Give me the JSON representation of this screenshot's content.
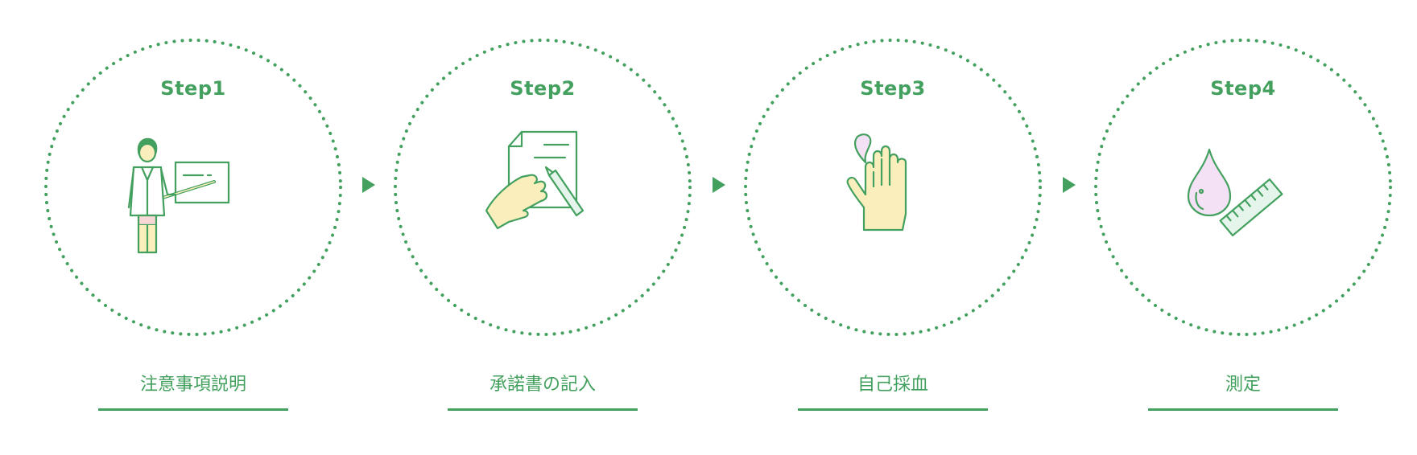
{
  "colors": {
    "accent": "#43a05e",
    "skin": "#fbeebd",
    "drop": "#f4e1f5"
  },
  "steps": [
    {
      "title": "Step1",
      "label": "注意事項説明",
      "icon": "teacher-icon"
    },
    {
      "title": "Step2",
      "label": "承諾書の記入",
      "icon": "hand-signing-document-icon"
    },
    {
      "title": "Step3",
      "label": "自己採血",
      "icon": "hand-blood-drop-icon"
    },
    {
      "title": "Step4",
      "label": "測定",
      "icon": "drop-ruler-icon"
    }
  ]
}
